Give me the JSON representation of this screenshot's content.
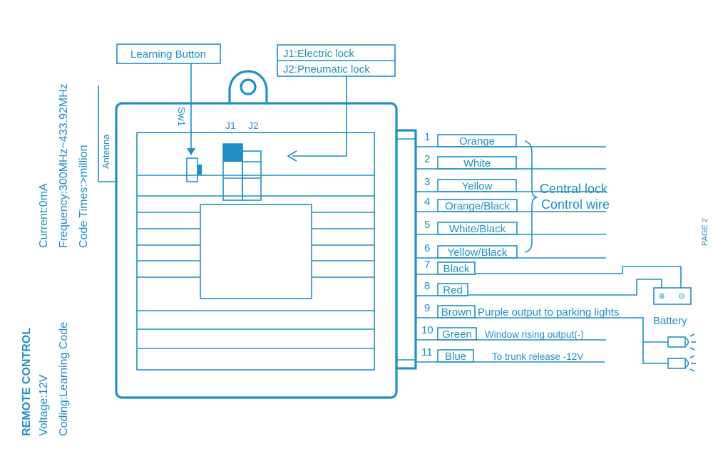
{
  "spec": {
    "title": "REMOTE CONTROL",
    "voltage": "Voltage:12V",
    "coding": "Coding:Learning Code",
    "current": "Current:0mA",
    "frequency": "Frequency:300MHz~433.92MHz",
    "code_times": "Code Times:>million"
  },
  "labels": {
    "antenna": "Antenna",
    "learning_button": "Learning Button",
    "j1_desc": "J1:Electric lock",
    "j2_desc": "J2:Pneumatic lock",
    "sw1": "Sw1",
    "j1": "J1",
    "j2": "J2",
    "central_lock_line1": "Central lock",
    "central_lock_line2": "Control wire",
    "battery": "Battery",
    "battery_plus": "⊕",
    "battery_minus": "⊖",
    "page_tag": "PAGE 2"
  },
  "wires": [
    {
      "num": "1",
      "color": "Orange",
      "desc": ""
    },
    {
      "num": "2",
      "color": "White",
      "desc": ""
    },
    {
      "num": "3",
      "color": "Yellow",
      "desc": ""
    },
    {
      "num": "4",
      "color": "Orange/Black",
      "desc": ""
    },
    {
      "num": "5",
      "color": "White/Black",
      "desc": ""
    },
    {
      "num": "6",
      "color": "Yellow/Black",
      "desc": ""
    },
    {
      "num": "7",
      "color": "Black",
      "desc": ""
    },
    {
      "num": "8",
      "color": "Red",
      "desc": ""
    },
    {
      "num": "9",
      "color": "Brown",
      "desc": "Purple output to parking lights"
    },
    {
      "num": "10",
      "color": "Green",
      "desc": "Window rising output(-)"
    },
    {
      "num": "11",
      "color": "Blue",
      "desc": "To trunk release -12V"
    }
  ],
  "colors": {
    "line": "#1e8fc4",
    "background": "#ffffff"
  }
}
